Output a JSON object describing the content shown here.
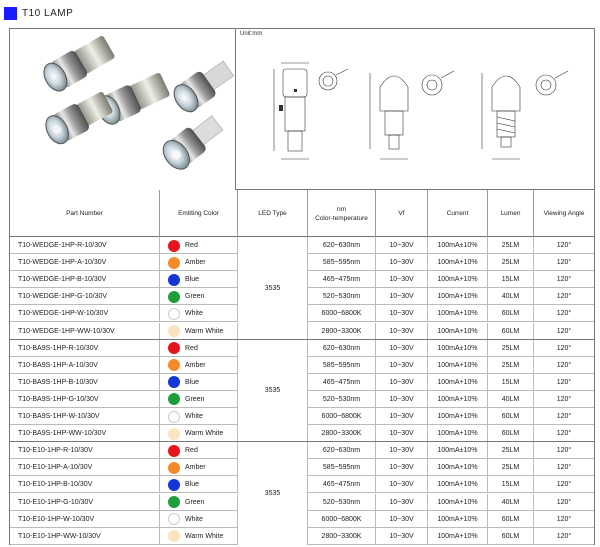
{
  "title": "T10  LAMP",
  "drawing": {
    "unit_label": "Unit:mm"
  },
  "headers": {
    "part_number": "Part Number",
    "emitting_color": "Emitting Color",
    "led_type": "LED Type",
    "nm_line1": "nm",
    "nm_line2": "Color-temperature",
    "vf": "Vf",
    "current": "Current",
    "lumen": "Lumen",
    "viewing_angle": "Viewing Angle"
  },
  "groups": [
    {
      "led_type": "3535",
      "rows": [
        {
          "part": "T10-WEDGE-1HP-R-10/30V",
          "color": "Red",
          "nm": "620~630nm",
          "vf": "10~30V",
          "current": "100mA±10%",
          "lumen": "25LM",
          "angle": "120°"
        },
        {
          "part": "T10-WEDGE-1HP-A-10/30V",
          "color": "Amber",
          "nm": "585~595nm",
          "vf": "10~30V",
          "current": "100mA+10%",
          "lumen": "25LM",
          "angle": "120°"
        },
        {
          "part": "T10-WEDGE-1HP-B-10/30V",
          "color": "Blue",
          "nm": "465~475nm",
          "vf": "10~30V",
          "current": "100mA+10%",
          "lumen": "15LM",
          "angle": "120°"
        },
        {
          "part": "T10-WEDGE-1HP-G-10/30V",
          "color": "Green",
          "nm": "520~530nm",
          "vf": "10~30V",
          "current": "100mA+10%",
          "lumen": "40LM",
          "angle": "120°"
        },
        {
          "part": "T10-WEDGE-1HP-W-10/30V",
          "color": "White",
          "nm": "6000~6800K",
          "vf": "10~30V",
          "current": "100mA+10%",
          "lumen": "60LM",
          "angle": "120°"
        },
        {
          "part": "T10-WEDGE-1HP-WW-10/30V",
          "color": "Warm White",
          "nm": "2800~3300K",
          "vf": "10~30V",
          "current": "100mA+10%",
          "lumen": "60LM",
          "angle": "120°"
        }
      ]
    },
    {
      "led_type": "3535",
      "rows": [
        {
          "part": "T10-BA9S-1HP-R-10/30V",
          "color": "Red",
          "nm": "620~630nm",
          "vf": "10~30V",
          "current": "100mA±10%",
          "lumen": "25LM",
          "angle": "120°"
        },
        {
          "part": "T10-BA9S-1HP-A-10/30V",
          "color": "Amber",
          "nm": "585~595nm",
          "vf": "10~30V",
          "current": "100mA+10%",
          "lumen": "25LM",
          "angle": "120°"
        },
        {
          "part": "T10-BA9S-1HP-B-10/30V",
          "color": "Blue",
          "nm": "465~475nm",
          "vf": "10~30V",
          "current": "100mA+10%",
          "lumen": "15LM",
          "angle": "120°"
        },
        {
          "part": "T10-BA9S-1HP-G-10/30V",
          "color": "Green",
          "nm": "520~530nm",
          "vf": "10~30V",
          "current": "100mA+10%",
          "lumen": "40LM",
          "angle": "120°"
        },
        {
          "part": "T10-BA9S-1HP-W-10/30V",
          "color": "White",
          "nm": "6000~6800K",
          "vf": "10~30V",
          "current": "100mA+10%",
          "lumen": "60LM",
          "angle": "120°"
        },
        {
          "part": "T10-BA9S-1HP-WW-10/30V",
          "color": "Warm White",
          "nm": "2800~3300K",
          "vf": "10~30V",
          "current": "100mA+10%",
          "lumen": "60LM",
          "angle": "120°"
        }
      ]
    },
    {
      "led_type": "3535",
      "rows": [
        {
          "part": "T10-E10-1HP-R-10/30V",
          "color": "Red",
          "nm": "620~630nm",
          "vf": "10~30V",
          "current": "100mA±10%",
          "lumen": "25LM",
          "angle": "120°"
        },
        {
          "part": "T10-E10-1HP-A-10/30V",
          "color": "Amber",
          "nm": "585~595nm",
          "vf": "10~30V",
          "current": "100mA+10%",
          "lumen": "25LM",
          "angle": "120°"
        },
        {
          "part": "T10-E10-1HP-B-10/30V",
          "color": "Blue",
          "nm": "465~475nm",
          "vf": "10~30V",
          "current": "100mA+10%",
          "lumen": "15LM",
          "angle": "120°"
        },
        {
          "part": "T10-E10-1HP-G-10/30V",
          "color": "Green",
          "nm": "520~530nm",
          "vf": "10~30V",
          "current": "100mA+10%",
          "lumen": "40LM",
          "angle": "120°"
        },
        {
          "part": "T10-E10-1HP-W-10/30V",
          "color": "White",
          "nm": "6000~6800K",
          "vf": "10~30V",
          "current": "100mA+10%",
          "lumen": "60LM",
          "angle": "120°"
        },
        {
          "part": "T10-E10-1HP-WW-10/30V",
          "color": "Warm White",
          "nm": "2800~3300K",
          "vf": "10~30V",
          "current": "100mA+10%",
          "lumen": "60LM",
          "angle": "120°"
        }
      ]
    }
  ],
  "color_swatches": {
    "Red": "#e8141b",
    "Amber": "#f58a2a",
    "Blue": "#1436d8",
    "Green": "#1f9d3a",
    "White": "#ffffff",
    "Warm White": "#fbe3bf"
  },
  "title_color": "#1a1aff"
}
